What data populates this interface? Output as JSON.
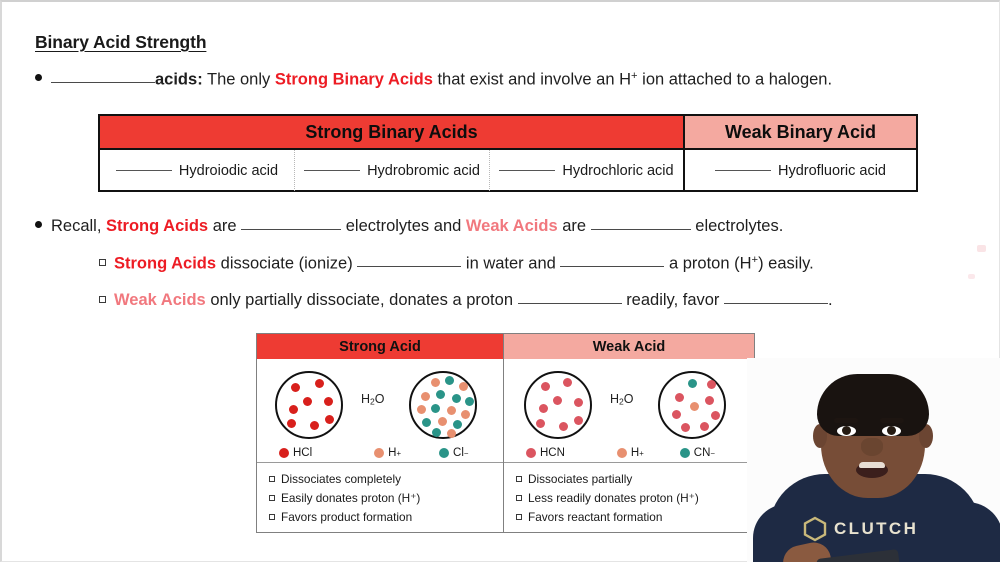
{
  "slide": {
    "title": "Binary Acid Strength",
    "bullet1": {
      "blank": "",
      "bold_label": "acids:",
      "text_a": "The only",
      "highlight": "Strong Binary Acids",
      "text_b": "that exist and involve an H",
      "sup": "+",
      "text_c": "ion attached to a halogen."
    },
    "bullet2": {
      "lead": "Recall,",
      "strong_label": "Strong Acids",
      "are_1": "are",
      "electrolytes_1": "electrolytes and",
      "weak_label": "Weak Acids",
      "are_2": "are",
      "electrolytes_2": "electrolytes."
    },
    "sub1": {
      "label": "Strong Acids",
      "text_a": "dissociate (ionize)",
      "text_b": "in water and",
      "text_c": "a proton (H",
      "sup": "+",
      "text_d": ") easily."
    },
    "sub2": {
      "label": "Weak Acids",
      "text_a": "only partially dissociate, donates a proton",
      "text_b": "readily, favor",
      "text_c": "."
    }
  },
  "acid_table": {
    "headers": [
      "Strong Binary Acids",
      "Weak Binary Acid"
    ],
    "strong_cells": [
      "Hydroiodic acid",
      "Hydrobromic acid",
      "Hydrochloric acid"
    ],
    "weak_cells": [
      "Hydrofluoric acid"
    ]
  },
  "diagram": {
    "headers": [
      "Strong Acid",
      "Weak Acid"
    ],
    "water_label_prefix": "H",
    "water_label_sub": "2",
    "water_label_suffix": "O",
    "strong": {
      "legend_before": "HCl",
      "legend_ion_h": "H",
      "legend_ion_h_sup": "+",
      "legend_ion_x": "Cl",
      "legend_ion_x_sup": "−",
      "bullets": [
        "Dissociates completely",
        "Easily donates proton (H⁺)",
        "Favors product formation"
      ]
    },
    "weak": {
      "legend_before": "HCN",
      "legend_ion_h": "H",
      "legend_ion_h_sup": "+",
      "legend_ion_x": "CN",
      "legend_ion_x_sup": "−",
      "bullets": [
        "Dissociates partially",
        "Less readily donates proton (H⁺)",
        "Favors reactant formation"
      ]
    }
  },
  "webcam": {
    "brand": "CLUTCH"
  },
  "colors": {
    "strong_red": "#EE3B33",
    "weak_pink": "#F4A9A0",
    "text_strong_red": "#ED1C24",
    "text_weak_pink": "#F1787E",
    "hcl_red": "#D8201C",
    "hcn_pink": "#DB5560",
    "ion_h_orange": "#E89070",
    "ion_x_teal": "#2A9488",
    "shirt_navy": "#1E2A44",
    "logo_cream": "#E8E2CF"
  }
}
